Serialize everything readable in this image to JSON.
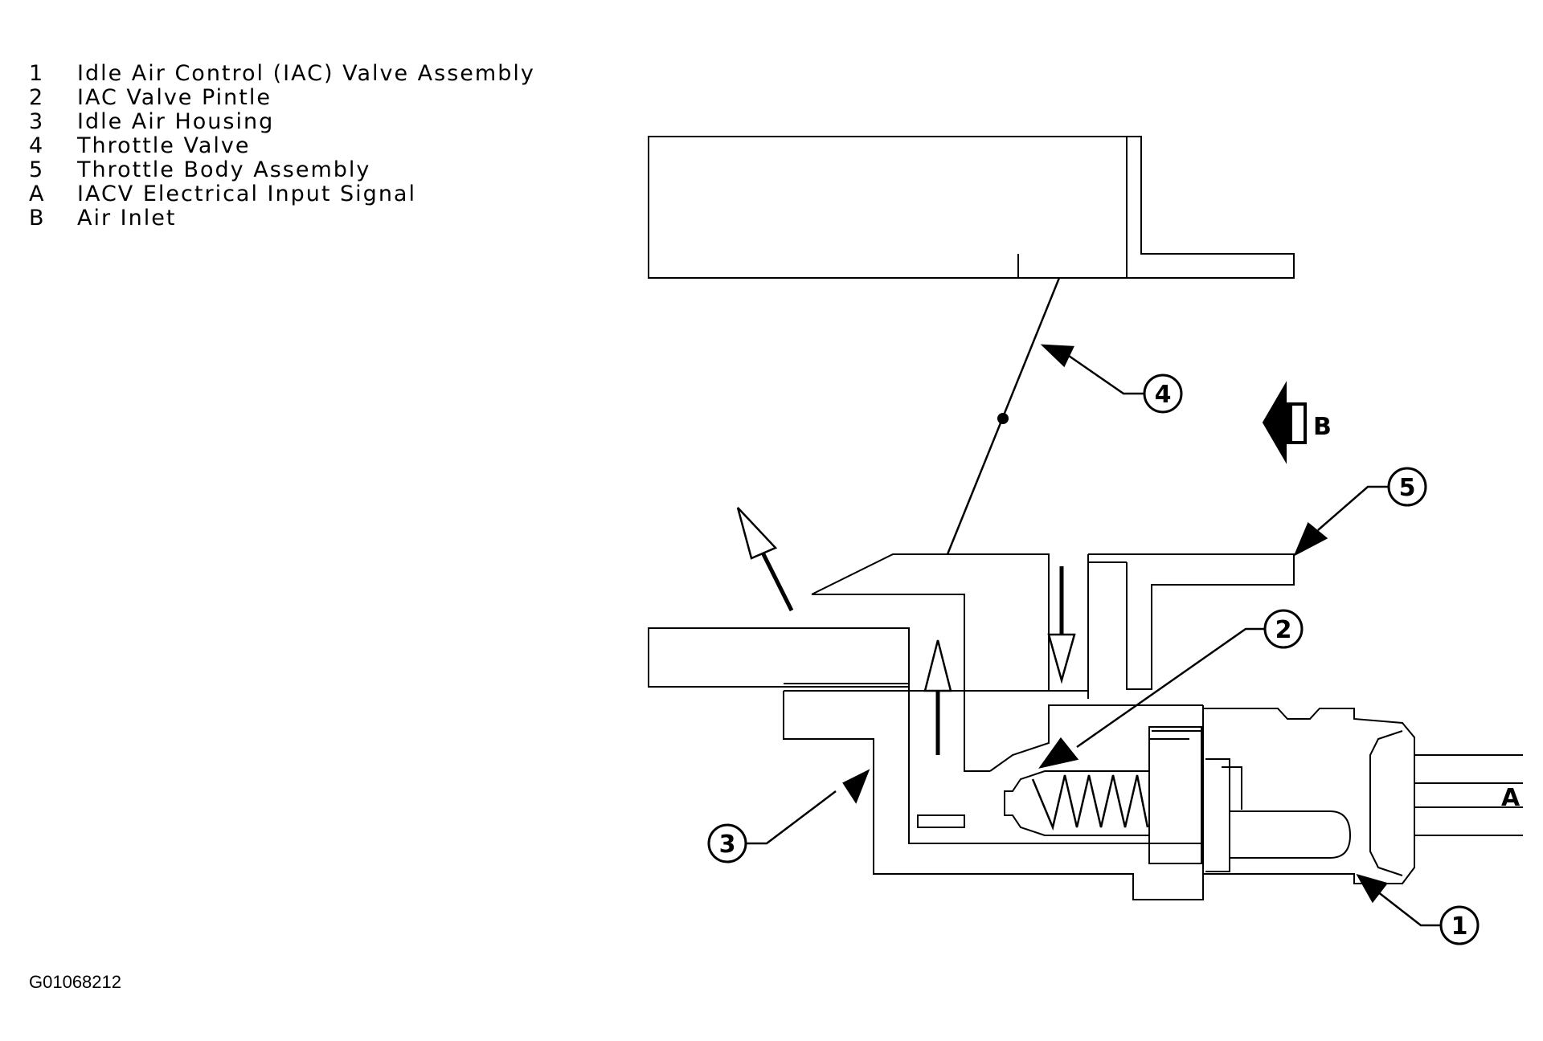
{
  "legend": [
    {
      "key": "1",
      "text": "Idle Air Control (IAC) Valve Assembly"
    },
    {
      "key": "2",
      "text": "IAC Valve Pintle"
    },
    {
      "key": "3",
      "text": "Idle Air Housing"
    },
    {
      "key": "4",
      "text": "Throttle Valve"
    },
    {
      "key": "5",
      "text": "Throttle Body Assembly"
    },
    {
      "key": "A",
      "text": "IACV Electrical Input Signal"
    },
    {
      "key": "B",
      "text": "Air Inlet"
    }
  ],
  "callouts": {
    "c1": "1",
    "c2": "2",
    "c3": "3",
    "c4": "4",
    "c5": "5"
  },
  "labels": {
    "a": "A",
    "b": "B"
  },
  "figure_id": "G01068212"
}
